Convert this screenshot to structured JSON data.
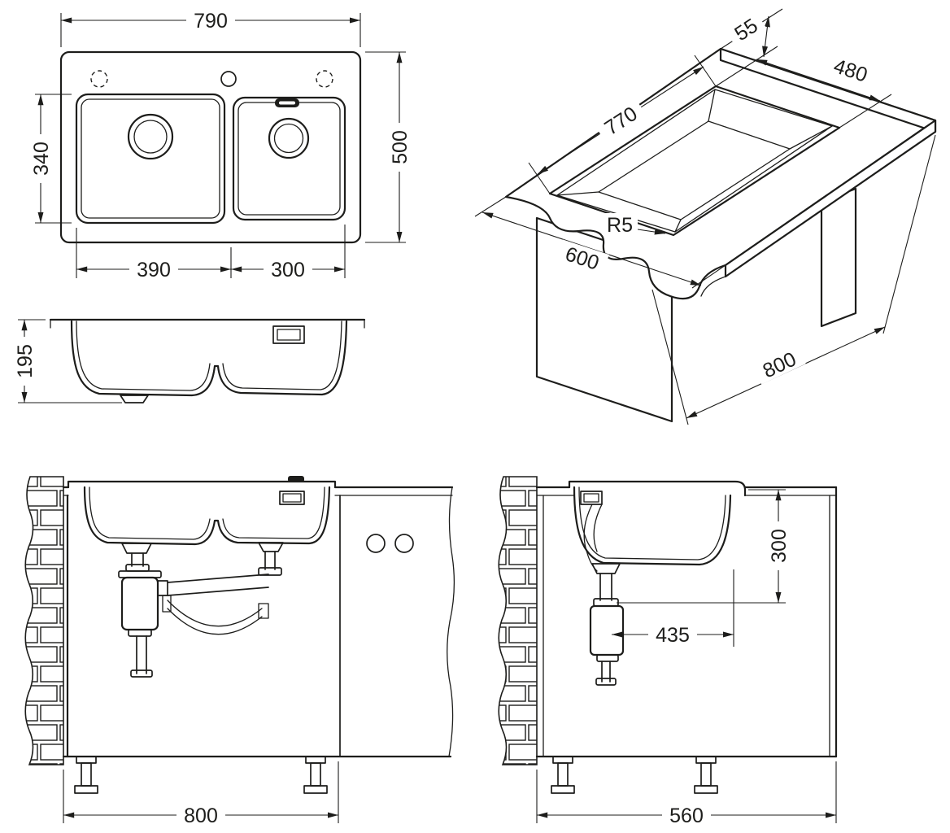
{
  "meta": {
    "ink_color": "#1d1d1b",
    "background_color": "#ffffff"
  },
  "views": {
    "top": {
      "dims": {
        "overall_width": "790",
        "overall_depth": "500",
        "bowls_depth": "340",
        "left_bowl_width": "390",
        "right_bowl_width": "300"
      }
    },
    "front_profile": {
      "dims": {
        "sink_height": "195"
      }
    },
    "isometric": {
      "dims": {
        "edge_offset": "55",
        "cutout_depth": "480",
        "cutout_width": "770",
        "worktop_depth": "600",
        "corner_radius": "R5",
        "worktop_width": "800"
      }
    },
    "installation_front": {
      "dims": {
        "cabinet_width": "800"
      }
    },
    "installation_side": {
      "dims": {
        "drain_height": "300",
        "drain_setback": "435",
        "cabinet_depth": "560"
      }
    }
  }
}
